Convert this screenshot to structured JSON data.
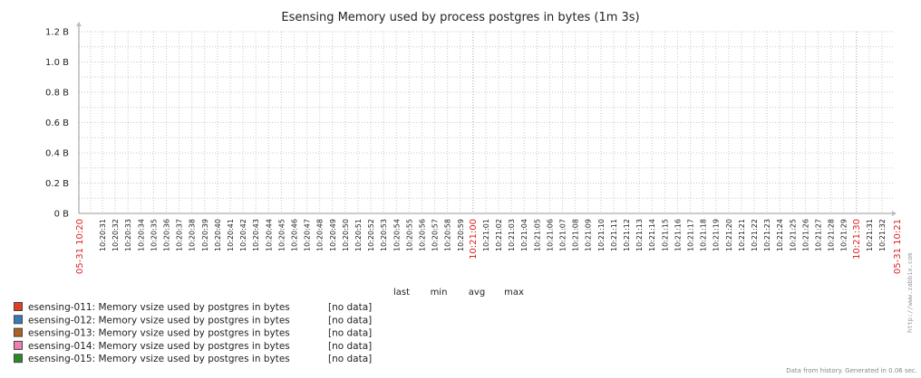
{
  "chart_data": {
    "type": "line",
    "title": "Esensing Memory used by process postgres in bytes (1m 3s)",
    "y_ticks": [
      "1.2 B",
      "1.0 B",
      "0.8 B",
      "0.6 B",
      "0.4 B",
      "0.2 B",
      "0 B"
    ],
    "ylim": [
      0,
      1.2
    ],
    "y_unit": "B",
    "grid": true,
    "x_tick_labels": [
      "10:20:31",
      "10:20:32",
      "10:20:33",
      "10:20:34",
      "10:20:35",
      "10:20:36",
      "10:20:37",
      "10:20:38",
      "10:20:39",
      "10:20:40",
      "10:20:41",
      "10:20:42",
      "10:20:43",
      "10:20:44",
      "10:20:45",
      "10:20:46",
      "10:20:47",
      "10:20:48",
      "10:20:49",
      "10:20:50",
      "10:20:51",
      "10:20:52",
      "10:20:53",
      "10:20:54",
      "10:20:55",
      "10:20:56",
      "10:20:57",
      "10:20:58",
      "10:20:59",
      "10:21:00",
      "10:21:01",
      "10:21:02",
      "10:21:03",
      "10:21:04",
      "10:21:05",
      "10:21:06",
      "10:21:07",
      "10:21:08",
      "10:21:09",
      "10:21:10",
      "10:21:11",
      "10:21:12",
      "10:21:13",
      "10:21:14",
      "10:21:15",
      "10:21:16",
      "10:21:17",
      "10:21:18",
      "10:21:19",
      "10:21:20",
      "10:21:21",
      "10:21:22",
      "10:21:23",
      "10:21:24",
      "10:21:25",
      "10:21:26",
      "10:21:27",
      "10:21:28",
      "10:21:29",
      "10:21:30",
      "10:21:31",
      "10:21:32"
    ],
    "x_highlight_labels": [
      "10:21:00",
      "10:21:30"
    ],
    "x_start_label": "05-31 10:20",
    "x_end_label": "05-31 10:21",
    "legend_headers": [
      "last",
      "min",
      "avg",
      "max"
    ],
    "series": [
      {
        "name": "esensing-011: Memory vsize used by postgres in bytes",
        "color": "#e04020",
        "value": "[no data]"
      },
      {
        "name": "esensing-012: Memory vsize used by postgres in bytes",
        "color": "#3a7ab8",
        "value": "[no data]"
      },
      {
        "name": "esensing-013: Memory vsize used by postgres in bytes",
        "color": "#b06020",
        "value": "[no data]"
      },
      {
        "name": "esensing-014: Memory vsize used by postgres in bytes",
        "color": "#f080b0",
        "value": "[no data]"
      },
      {
        "name": "esensing-015: Memory vsize used by postgres in bytes",
        "color": "#2a8a2a",
        "value": "[no data]"
      }
    ]
  },
  "footer_text": "Data from history. Generated in 0.06 sec.",
  "side_brand": "http://www.zabbix.com"
}
